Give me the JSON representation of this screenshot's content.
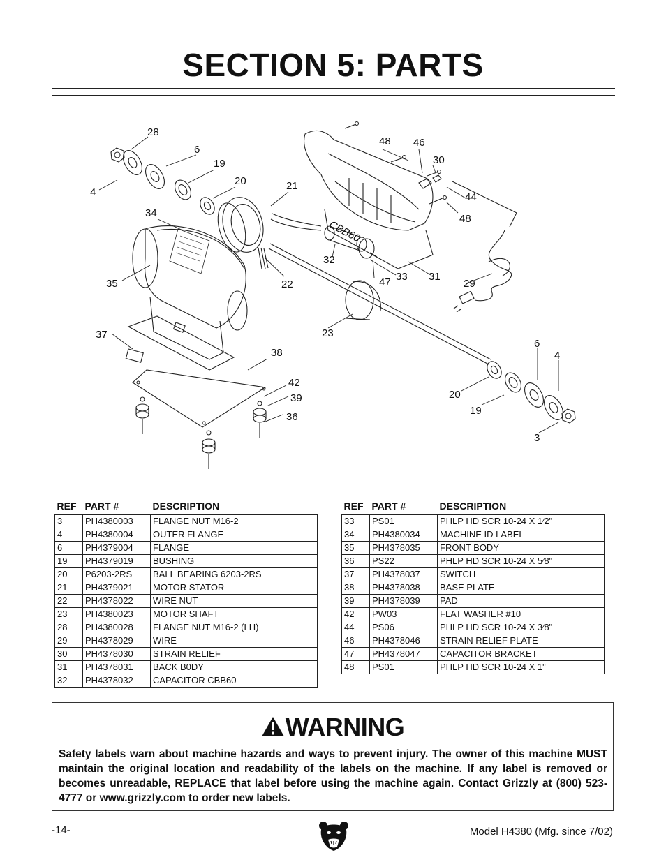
{
  "page": {
    "title": "SECTION 5: PARTS",
    "page_number": "-14-",
    "model": "Model H4380 (Mfg. since 7/02)"
  },
  "diagram": {
    "callouts": [
      "28",
      "6",
      "19",
      "20",
      "4",
      "21",
      "34",
      "35",
      "37",
      "38",
      "42",
      "39",
      "36",
      "48",
      "46",
      "30",
      "44",
      "48",
      "29",
      "32",
      "33",
      "47",
      "31",
      "22",
      "23",
      "6",
      "4",
      "20",
      "19",
      "3"
    ],
    "capacitor_text": "CBB60"
  },
  "table": {
    "headers": {
      "ref": "REF",
      "part": "PART #",
      "desc": "DESCRIPTION"
    },
    "left_rows": [
      {
        "ref": "3",
        "part": "PH4380003",
        "desc": "FLANGE NUT M16-2"
      },
      {
        "ref": "4",
        "part": "PH4380004",
        "desc": "OUTER FLANGE"
      },
      {
        "ref": "6",
        "part": "PH4379004",
        "desc": "FLANGE"
      },
      {
        "ref": "19",
        "part": "PH4379019",
        "desc": "BUSHING"
      },
      {
        "ref": "20",
        "part": "P6203-2RS",
        "desc": "BALL BEARING 6203-2RS"
      },
      {
        "ref": "21",
        "part": "PH4379021",
        "desc": "MOTOR STATOR"
      },
      {
        "ref": "22",
        "part": "PH4378022",
        "desc": "WIRE NUT"
      },
      {
        "ref": "23",
        "part": "PH4380023",
        "desc": "MOTOR SHAFT"
      },
      {
        "ref": "28",
        "part": "PH4380028",
        "desc": "FLANGE NUT M16-2 (LH)"
      },
      {
        "ref": "29",
        "part": "PH4378029",
        "desc": "WIRE"
      },
      {
        "ref": "30",
        "part": "PH4378030",
        "desc": "STRAIN RELIEF"
      },
      {
        "ref": "31",
        "part": "PH4378031",
        "desc": "BACK B0DY"
      },
      {
        "ref": "32",
        "part": "PH4378032",
        "desc": "CAPACITOR CBB60"
      }
    ],
    "right_rows": [
      {
        "ref": "33",
        "part": "PS01",
        "desc": "PHLP HD SCR 10-24 X 1⁄2\""
      },
      {
        "ref": "34",
        "part": "PH4380034",
        "desc": "MACHINE ID LABEL"
      },
      {
        "ref": "35",
        "part": "PH4378035",
        "desc": "FRONT BODY"
      },
      {
        "ref": "36",
        "part": "PS22",
        "desc": "PHLP HD SCR 10-24 X 5⁄8\""
      },
      {
        "ref": "37",
        "part": "PH4378037",
        "desc": "SWITCH"
      },
      {
        "ref": "38",
        "part": "PH4378038",
        "desc": "BASE PLATE"
      },
      {
        "ref": "39",
        "part": "PH4378039",
        "desc": "PAD"
      },
      {
        "ref": "42",
        "part": "PW03",
        "desc": "FLAT WASHER #10"
      },
      {
        "ref": "44",
        "part": "PS06",
        "desc": "PHLP HD SCR 10-24 X 3⁄8\""
      },
      {
        "ref": "46",
        "part": "PH4378046",
        "desc": "STRAIN RELIEF PLATE"
      },
      {
        "ref": "47",
        "part": "PH4378047",
        "desc": "CAPACITOR BRACKET"
      },
      {
        "ref": "48",
        "part": "PS01",
        "desc": "PHLP HD SCR 10-24 X 1\""
      }
    ]
  },
  "warning": {
    "heading": "WARNING",
    "text": "Safety labels warn about machine hazards and ways to prevent injury. The owner of this machine MUST maintain the original location and readability of the labels on the machine. If any label is removed or becomes unreadable, REPLACE that label before using the machine again. Contact Grizzly at (800) 523-4777 or www.grizzly.com to order new labels."
  },
  "colors": {
    "ink": "#111111",
    "rule": "#222222"
  },
  "icons": [
    "warning-triangle-icon",
    "grizzly-bear-logo-icon"
  ]
}
